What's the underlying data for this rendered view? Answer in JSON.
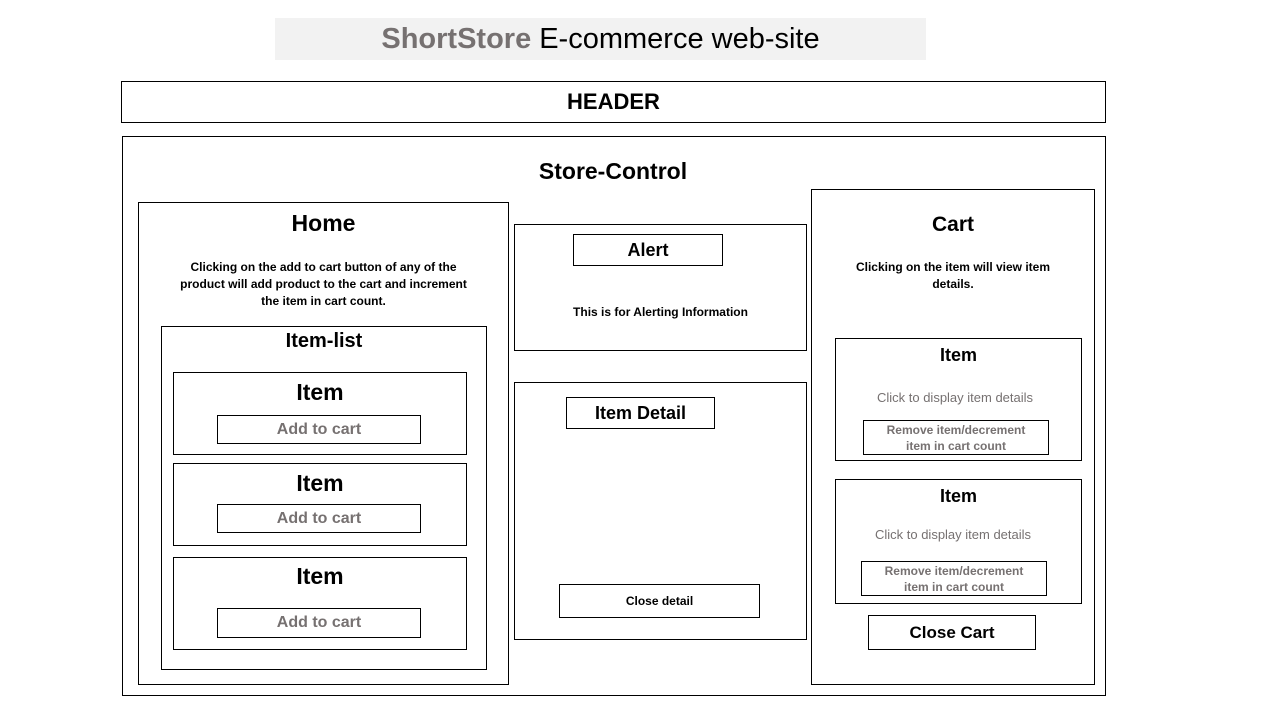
{
  "title": {
    "brand": "ShortStore",
    "rest": "E-commerce web-site"
  },
  "header": {
    "label": "HEADER"
  },
  "store_control": {
    "label": "Store-Control"
  },
  "home": {
    "title": "Home",
    "desc_lines": [
      "Clicking on the add to cart button of any of the",
      "product will add product to the cart and increment",
      "the item in cart count."
    ],
    "item_list": {
      "title": "Item-list",
      "items": [
        {
          "label": "Item",
          "button": "Add to cart"
        },
        {
          "label": "Item",
          "button": "Add to cart"
        },
        {
          "label": "Item",
          "button": "Add to cart"
        }
      ]
    }
  },
  "alert": {
    "title": "Alert",
    "text": "This is for Alerting Information"
  },
  "item_detail": {
    "title": "Item Detail",
    "close_button": "Close detail"
  },
  "cart": {
    "title": "Cart",
    "desc_lines": [
      "Clicking on the item  will view item",
      "details."
    ],
    "items": [
      {
        "label": "Item",
        "hint": "Click to display item details",
        "button_lines": [
          "Remove item/decrement",
          "item in cart count"
        ]
      },
      {
        "label": "Item",
        "hint": "Click to display item details",
        "button_lines": [
          "Remove item/decrement",
          "item in cart count"
        ]
      }
    ],
    "close_button": "Close Cart"
  },
  "colors": {
    "banner_bg": "#f2f2f2",
    "brand_text": "#767171",
    "border": "#000000"
  }
}
